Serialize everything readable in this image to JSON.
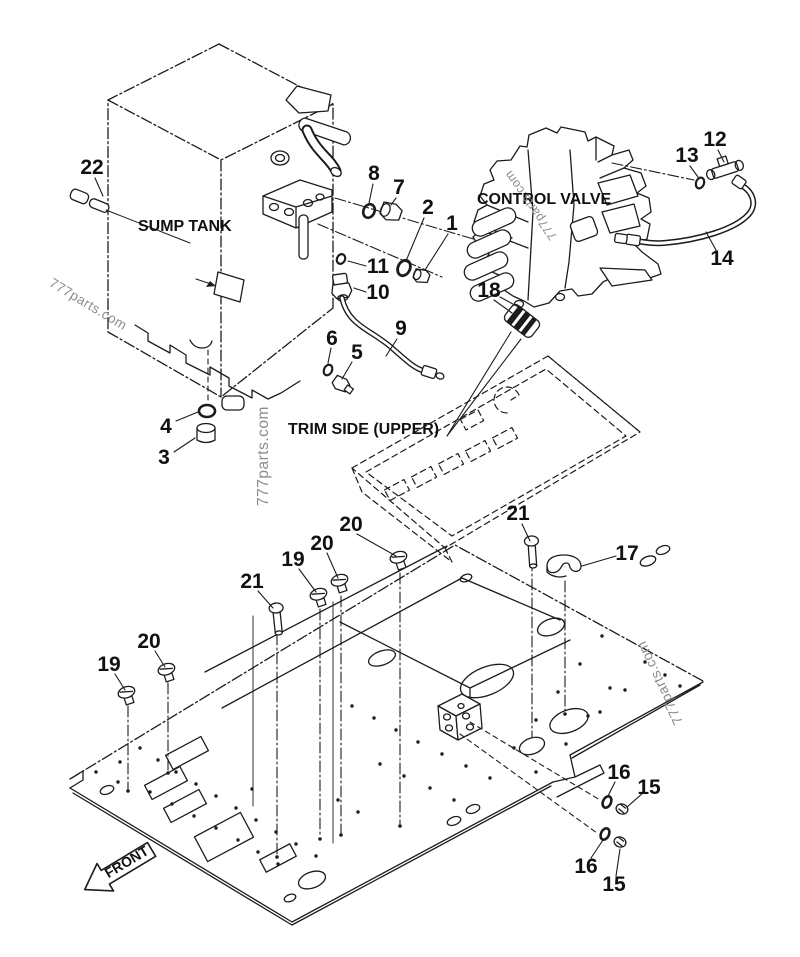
{
  "diagram": {
    "labels": {
      "sump_tank": "SUMP TANK",
      "control_valve": "CONTROL VALVE",
      "trim_side": "TRIM SIDE (UPPER)",
      "front": "FRONT"
    },
    "watermark": {
      "text": "777parts.com",
      "color": "#8c8c8c"
    },
    "line_color": "#1c1c1c",
    "background_color": "#ffffff",
    "callouts": [
      {
        "number": "22"
      },
      {
        "number": "8"
      },
      {
        "number": "7"
      },
      {
        "number": "2"
      },
      {
        "number": "1"
      },
      {
        "number": "11"
      },
      {
        "number": "10"
      },
      {
        "number": "9"
      },
      {
        "number": "6"
      },
      {
        "number": "5"
      },
      {
        "number": "4"
      },
      {
        "number": "3"
      },
      {
        "number": "13"
      },
      {
        "number": "12"
      },
      {
        "number": "14"
      },
      {
        "number": "18"
      },
      {
        "number": "20"
      },
      {
        "number": "21"
      },
      {
        "number": "17"
      },
      {
        "number": "19"
      },
      {
        "number": "20"
      },
      {
        "number": "21"
      },
      {
        "number": "19"
      },
      {
        "number": "20"
      },
      {
        "number": "16"
      },
      {
        "number": "15"
      },
      {
        "number": "16"
      },
      {
        "number": "15"
      }
    ]
  }
}
